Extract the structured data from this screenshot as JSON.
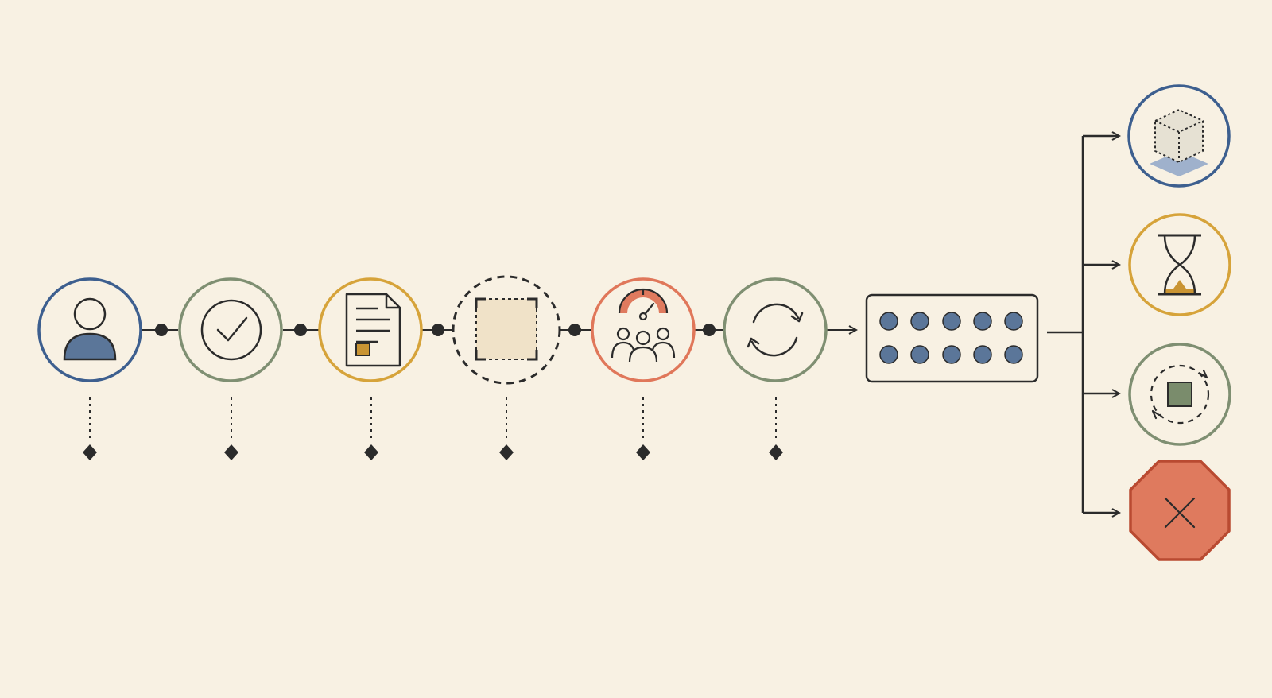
{
  "colors": {
    "background": "#f8f1e3",
    "ink": "#2b2b2b",
    "blue": "#3d5f8f",
    "blue_fill": "#5b7699",
    "sage": "#7f8f72",
    "sage_fill": "#7a8c6c",
    "gold": "#d6a33a",
    "gold_fill": "#c99433",
    "coral": "#e0775a",
    "coral_fill": "#df7a5e",
    "octagon_border": "#b94a31",
    "cream_square": "#f0e2c8",
    "cube_face": "#e6e1d3",
    "cube_shadow": "#9fb1cc"
  },
  "pipeline": {
    "stages": [
      {
        "icon": "user-icon",
        "ring": "blue",
        "ring_style": "solid"
      },
      {
        "icon": "checkmark-icon",
        "ring": "sage",
        "ring_style": "solid"
      },
      {
        "icon": "document-icon",
        "ring": "gold",
        "ring_style": "solid"
      },
      {
        "icon": "selection-square-icon",
        "ring": "ink",
        "ring_style": "dashed"
      },
      {
        "icon": "team-gauge-icon",
        "ring": "coral",
        "ring_style": "solid"
      },
      {
        "icon": "refresh-cycle-icon",
        "ring": "sage",
        "ring_style": "solid"
      }
    ],
    "batch": {
      "icon": "dot-grid-icon",
      "rows": 2,
      "dots_per_row": 5
    },
    "outcomes": [
      {
        "icon": "cube-icon",
        "ring": "blue",
        "shape": "circle"
      },
      {
        "icon": "hourglass-icon",
        "ring": "gold",
        "shape": "circle"
      },
      {
        "icon": "square-cycle-icon",
        "ring": "sage",
        "shape": "circle"
      },
      {
        "icon": "close-x-icon",
        "ring": "octagon_border",
        "shape": "octagon"
      }
    ]
  }
}
